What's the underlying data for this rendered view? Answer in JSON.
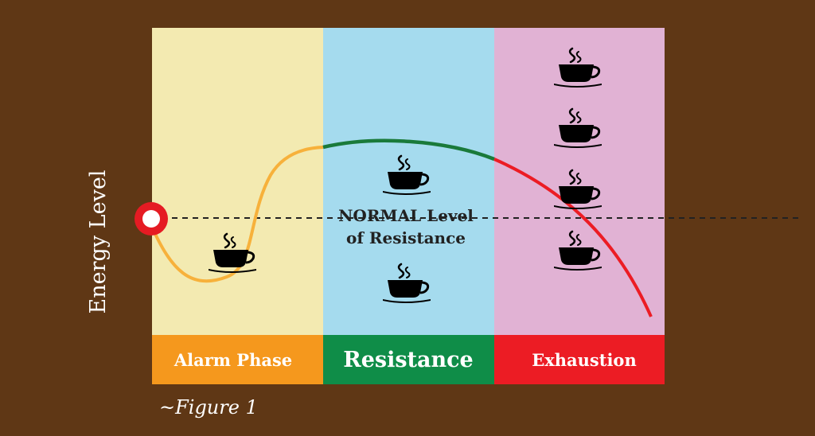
{
  "colors": {
    "background": "#5f3715",
    "alarm_zone": "#f3eab1",
    "resistance_zone": "#a5dbee",
    "exhaustion_zone": "#e1b2d4",
    "alarm_label_bg": "#f5981d",
    "resistance_label_bg": "#0f8d48",
    "exhaustion_label_bg": "#ec1c24",
    "curve_alarm": "#f7b13b",
    "curve_resistance": "#1a7a3a",
    "curve_exhaustion": "#ec1c24",
    "marker": "#e51b23"
  },
  "axis": {
    "ylabel": "Energy Level"
  },
  "normal_line": {
    "line1": "NORMAL Level",
    "line2": "of Resistance"
  },
  "phases": [
    {
      "label": "Alarm Phase",
      "cups": 1
    },
    {
      "label": "Resistance",
      "cups": 2
    },
    {
      "label": "Exhaustion",
      "cups": 4
    }
  ],
  "caption": "~Figure 1",
  "icons": {
    "cup": "coffee-cup-icon",
    "start": "start-point-marker"
  }
}
